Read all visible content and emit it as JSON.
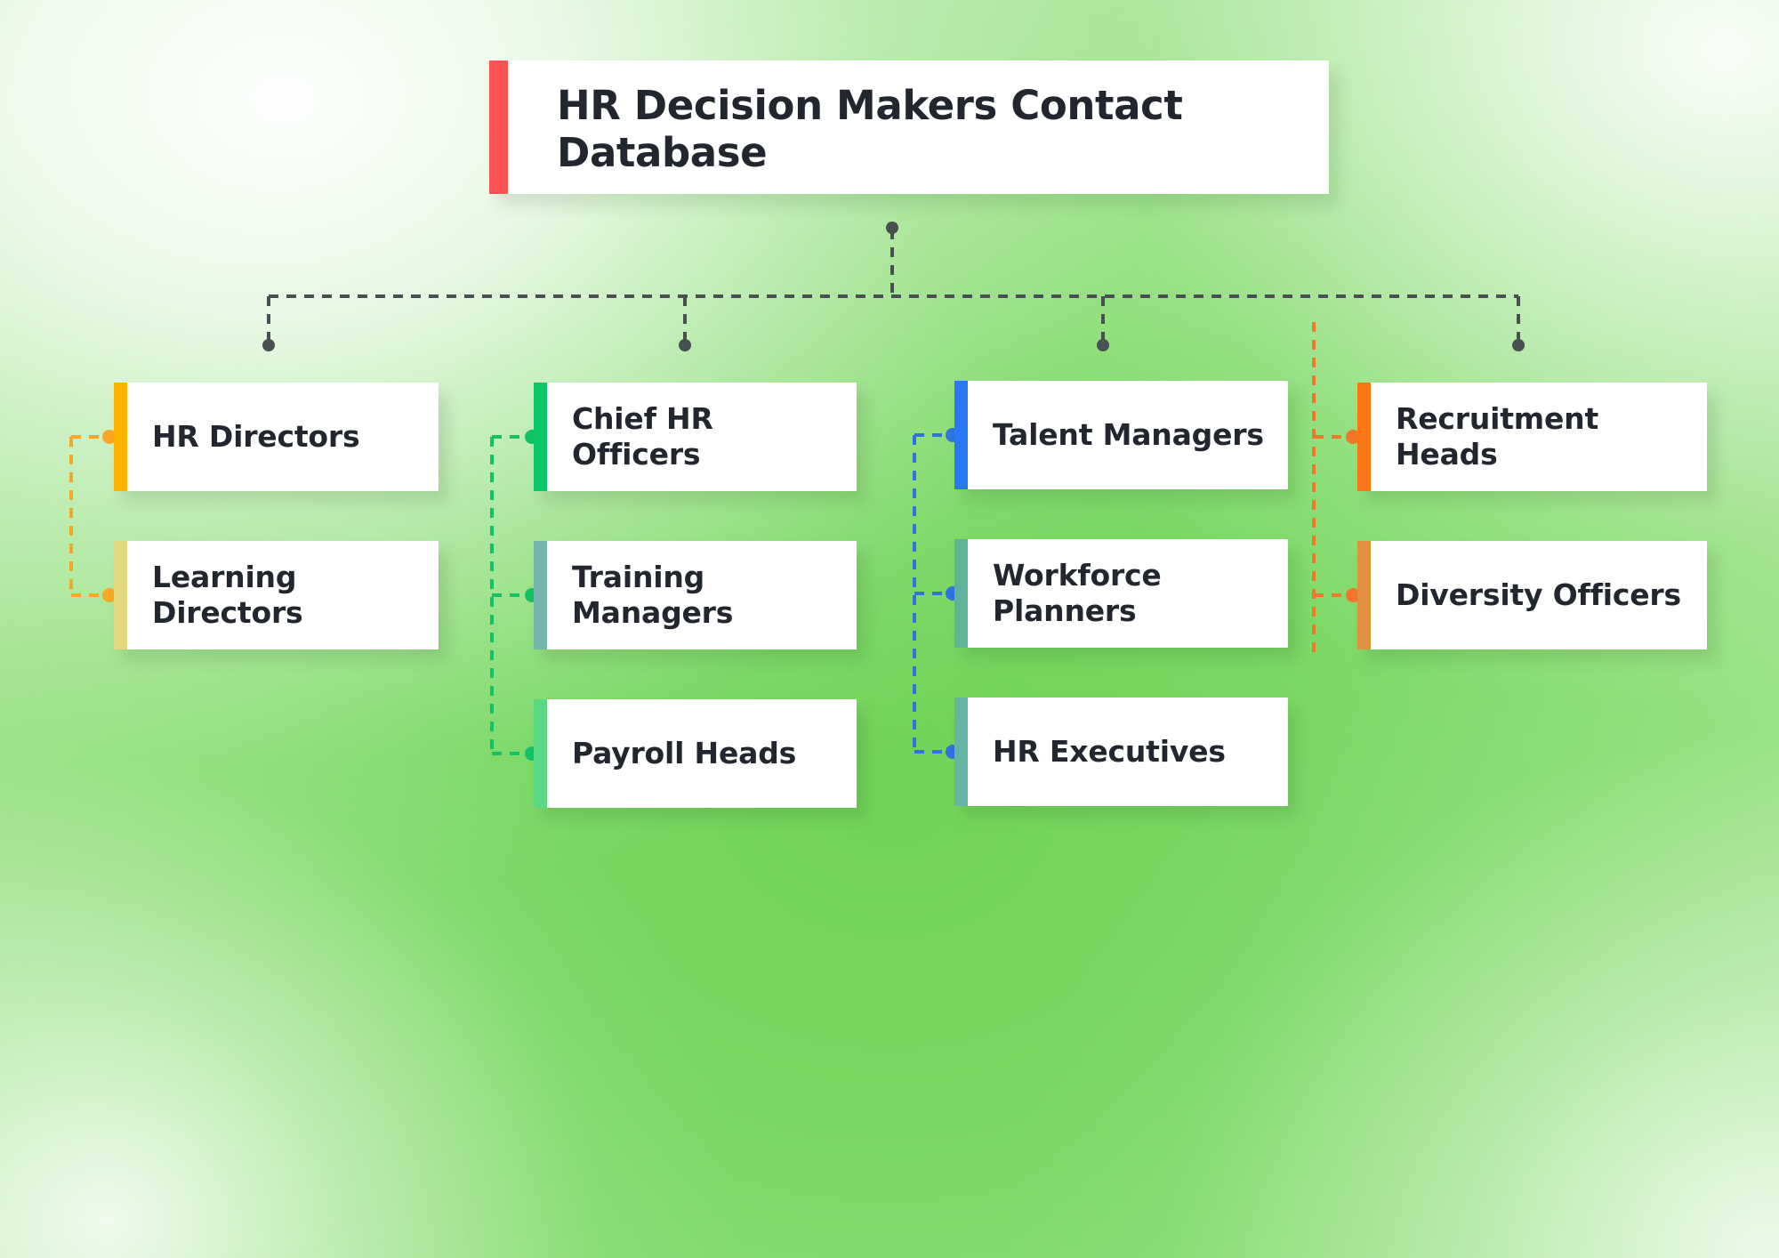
{
  "diagram": {
    "kind": "organizational-tree",
    "title": "HR Decision Makers Contact Database",
    "background": {
      "base_color": "#79d862",
      "highlight_color": "#ffffff",
      "edge_color": "#a6e595"
    },
    "root": {
      "label": "HR Decision Makers Contact Database",
      "accent_color": "#fb5353"
    },
    "branches": [
      {
        "id": "branch-1",
        "connector_color": "#f5a623",
        "nodes": [
          {
            "label": "HR Directors",
            "accent_color": "#ffb300"
          },
          {
            "label": "Learning Directors",
            "accent_color": "#e3d77f"
          }
        ]
      },
      {
        "id": "branch-2",
        "connector_color": "#13c267",
        "nodes": [
          {
            "label": "Chief HR Officers",
            "accent_color": "#0ac767"
          },
          {
            "label": "Training Managers",
            "accent_color": "#76b5ae"
          },
          {
            "label": "Payroll Heads",
            "accent_color": "#5bd882"
          }
        ]
      },
      {
        "id": "branch-3",
        "connector_color": "#2f73e0",
        "nodes": [
          {
            "label": "Talent Managers",
            "accent_color": "#2979f5"
          },
          {
            "label": "Workforce Planners",
            "accent_color": "#5fb39b"
          },
          {
            "label": "HR Executives",
            "accent_color": "#65b5a4"
          }
        ]
      },
      {
        "id": "branch-4",
        "connector_color": "#f4762a",
        "nodes": [
          {
            "label": "Recruitment Heads",
            "accent_color": "#fb7615"
          },
          {
            "label": "Diversity Officers",
            "accent_color": "#e1903f"
          }
        ]
      }
    ],
    "trunk": {
      "color": "#4a4f52",
      "style": "dashed"
    }
  }
}
